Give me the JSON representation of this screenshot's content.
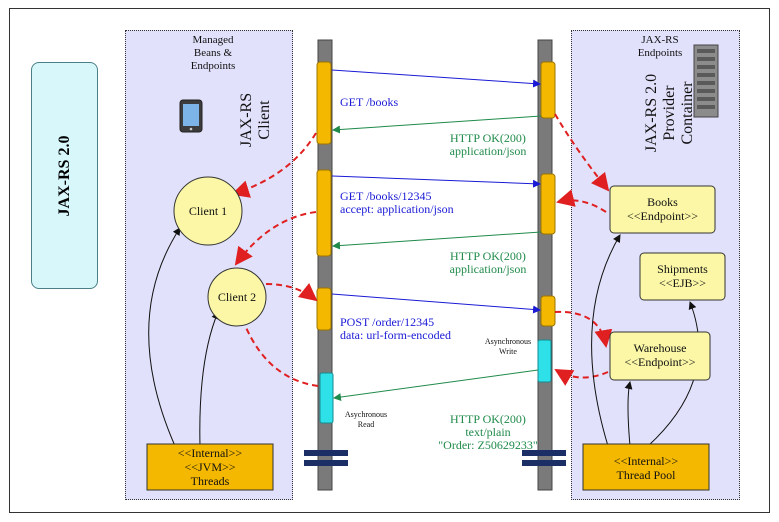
{
  "sidebar": {
    "title": "JAX-RS 2.0"
  },
  "left_panel": {
    "header": "Managed\nBeans &\nEndpoints",
    "client_title": "JAX-RS\nClient",
    "client1": "Client 1",
    "client2": "Client 2",
    "threads": "<<Internal>>\n<<JVM>>\nThreads"
  },
  "right_panel": {
    "header": "JAX-RS\nEndpoints",
    "provider_title": "JAX-RS 2.0\nProvider\nContainer",
    "books": "Books\n<<Endpoint>>",
    "shipments": "Shipments\n<<EJB>>",
    "warehouse": "Warehouse\n<<Endpoint>>",
    "thread_pool": "<<Internal>>\nThread Pool"
  },
  "messages": {
    "get_books": "GET /books",
    "ok1": "HTTP OK(200)\napplication/json",
    "get_book": "GET /books/12345\naccept: application/json",
    "ok2": "HTTP OK(200)\napplication/json",
    "post_order": "POST /order/12345\ndata: url-form-encoded",
    "ok3": "HTTP OK(200)\ntext/plain\n\"Order: Z50629233\"",
    "async_write": "Asynchronous\nWrite",
    "async_read": "Asychronous\nRead"
  },
  "colors": {
    "request": "#1a1ad6",
    "response": "#1f8a4a",
    "callback": "#e02020",
    "activation": "#f5b800",
    "async": "#2ee0e8",
    "node_fill": "#fbf7a6"
  }
}
